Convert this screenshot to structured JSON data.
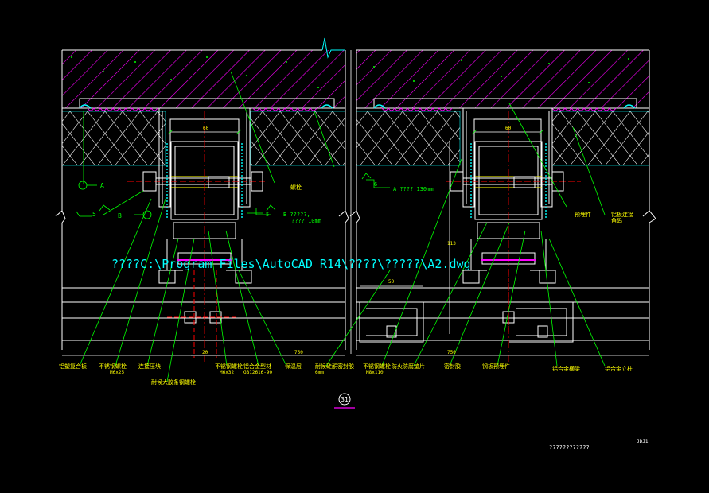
{
  "drawing": {
    "watermark": "????C:\\Program Files\\AutoCAD R14\\????\\?????\\A2.dwg",
    "detail_number": "31",
    "title_block_code": "JDJ1",
    "title_block_name": "????????????"
  },
  "colors": {
    "background": "#000000",
    "structure": "#ffffff",
    "leader": "#00ff00",
    "text": "#ffff00",
    "hatch": "#ff00ff",
    "accent": "#00ffff",
    "centerline": "#ff0000"
  },
  "dimensions": {
    "left_width": "60",
    "right_width": "60",
    "left_span": "750",
    "right_span": "750",
    "gap": "20",
    "vertical": "113",
    "right_depth": "50"
  },
  "labels": {
    "left_annotation_a": "A",
    "left_annotation_b": "B",
    "left_five": "5",
    "note_a_130": "A ???? 130mm",
    "note_b_10": "B ?????,",
    "note_b_10_line2": "???? 10mm",
    "note_b_5": "5",
    "note_6": "6",
    "mid_top_label": "螺栓",
    "right_top_label_1": "预埋件",
    "right_top_label_2": "铝板连接",
    "right_top_label_3": "角码",
    "bottom_1": "铝塑复合板",
    "bottom_2": "不锈钢螺栓",
    "bottom_2b": "M6x25",
    "bottom_3": "连接压块",
    "bottom_4": "不锈钢螺栓",
    "bottom_4b": "M6x32",
    "bottom_5": "铝合金型材",
    "bottom_5b": "GB12616-90",
    "bottom_6": "保温层",
    "bottom_7": "耐候硅酮密封胶",
    "bottom_7b": "6mm",
    "bottom_8": "耐候大胶条钢螺栓",
    "bottom_9": "不锈钢螺栓",
    "bottom_9b": "M8x110",
    "bottom_10": "防火防腐垫片",
    "bottom_11": "密封胶",
    "bottom_12": "钢板预埋件",
    "bottom_13": "铝合金横梁",
    "bottom_14": "铝合金立柱"
  }
}
